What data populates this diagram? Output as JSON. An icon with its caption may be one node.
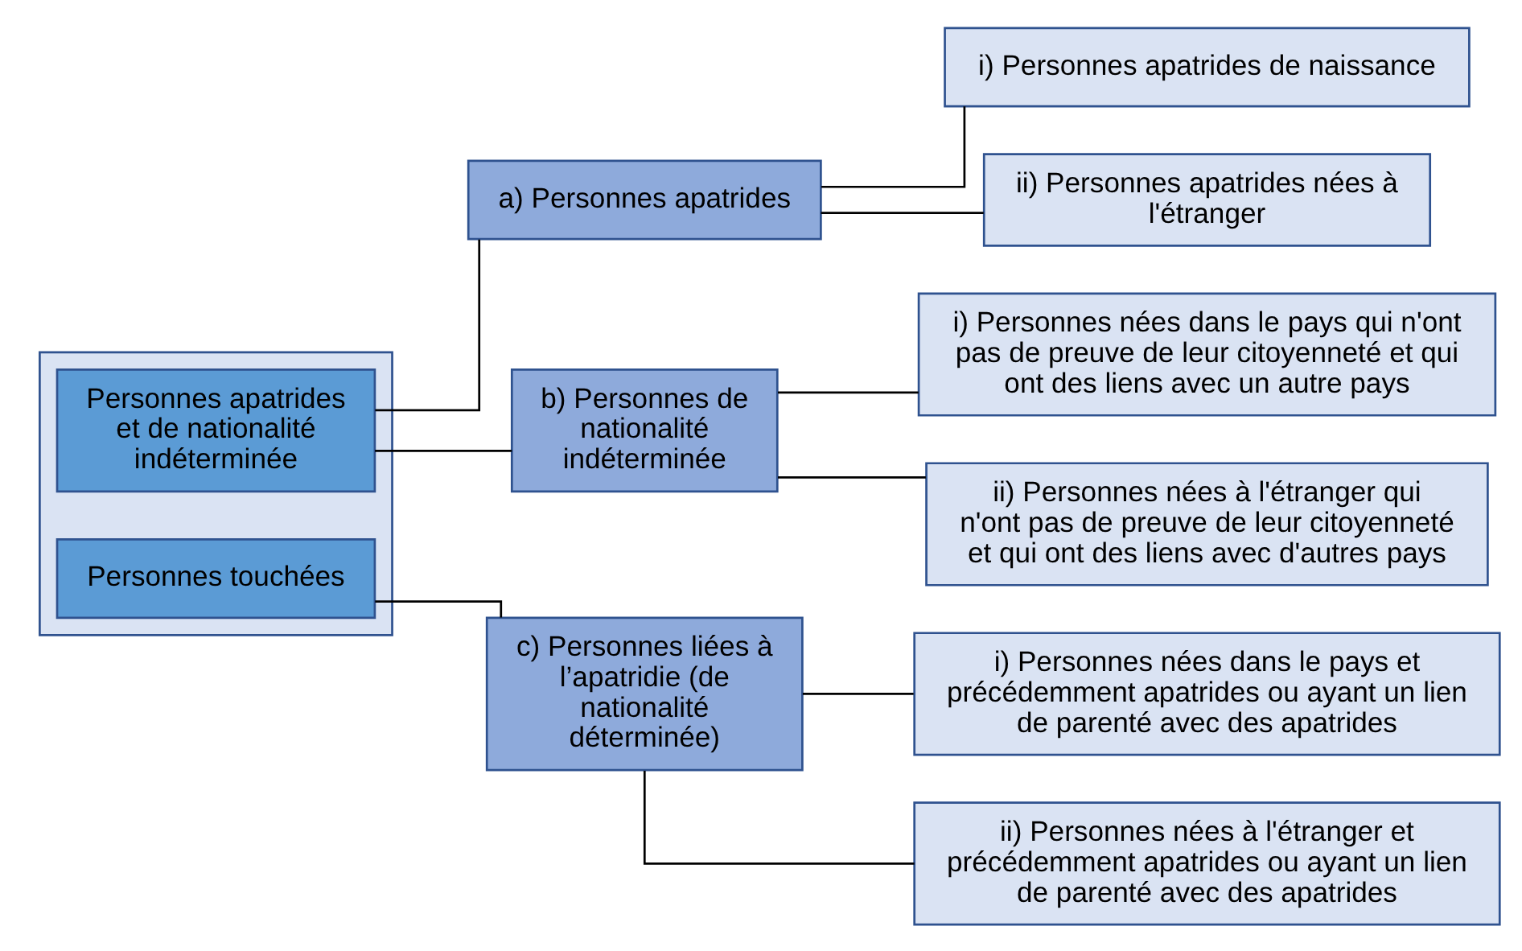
{
  "diagram": {
    "nodes": [
      {
        "text": [],
        "shape": "box"
      },
      {
        "text": [
          "Personnes apatrides et de nationalité indéterminée"
        ],
        "in": 0
      },
      {
        "text": [
          "Personnes touchées"
        ],
        "in": 0
      },
      {
        "text": [
          "a) Personnes apatrides"
        ]
      },
      {
        "text": [
          "i) Personnes apatrides de naissance"
        ]
      },
      {
        "text": [
          "ii) Personnes apatrides nées à l'étranger"
        ]
      },
      {
        "text": [
          "b) Personnes de nationalité indéterminée"
        ]
      },
      {
        "text": [
          "i) Personnes nées dans le pays qui n'ont pas de preuve de leur citoyenneté et qui ont des liens avec un autre pays"
        ]
      },
      {
        "text": [
          "ii) Personnes nées à l'étranger qui n'ont pas de preuve de leur citoyenneté et qui ont des liens avec d'autres pays"
        ]
      },
      {
        "text": [
          "c) Personnes liées à l’apatridie (de nationalité déterminée)"
        ]
      },
      {
        "text": [
          "i) Personnes nées dans le pays et précédemment apatrides ou ayant un lien de parenté avec des apatrides"
        ]
      },
      {
        "text": [
          "ii) Personnes nées à l'étranger et précédemment apatrides ou ayant un lien de parenté avec des apatrides"
        ]
      }
    ],
    "edges": [
      {
        "from": 1,
        "to": 3,
        "arrow": "none"
      },
      {
        "from": 1,
        "to": 6,
        "arrow": "none"
      },
      {
        "from": 3,
        "to": 4,
        "arrow": "none"
      },
      {
        "from": 3,
        "to": 5,
        "arrow": "none"
      },
      {
        "from": 6,
        "to": 7,
        "arrow": "none"
      },
      {
        "from": 6,
        "to": 8,
        "arrow": "none"
      },
      {
        "from": 2,
        "to": 9,
        "arrow": "none"
      },
      {
        "from": 9,
        "to": 10,
        "arrow": "none"
      },
      {
        "from": 9,
        "to": 11,
        "arrow": "none"
      }
    ]
  }
}
